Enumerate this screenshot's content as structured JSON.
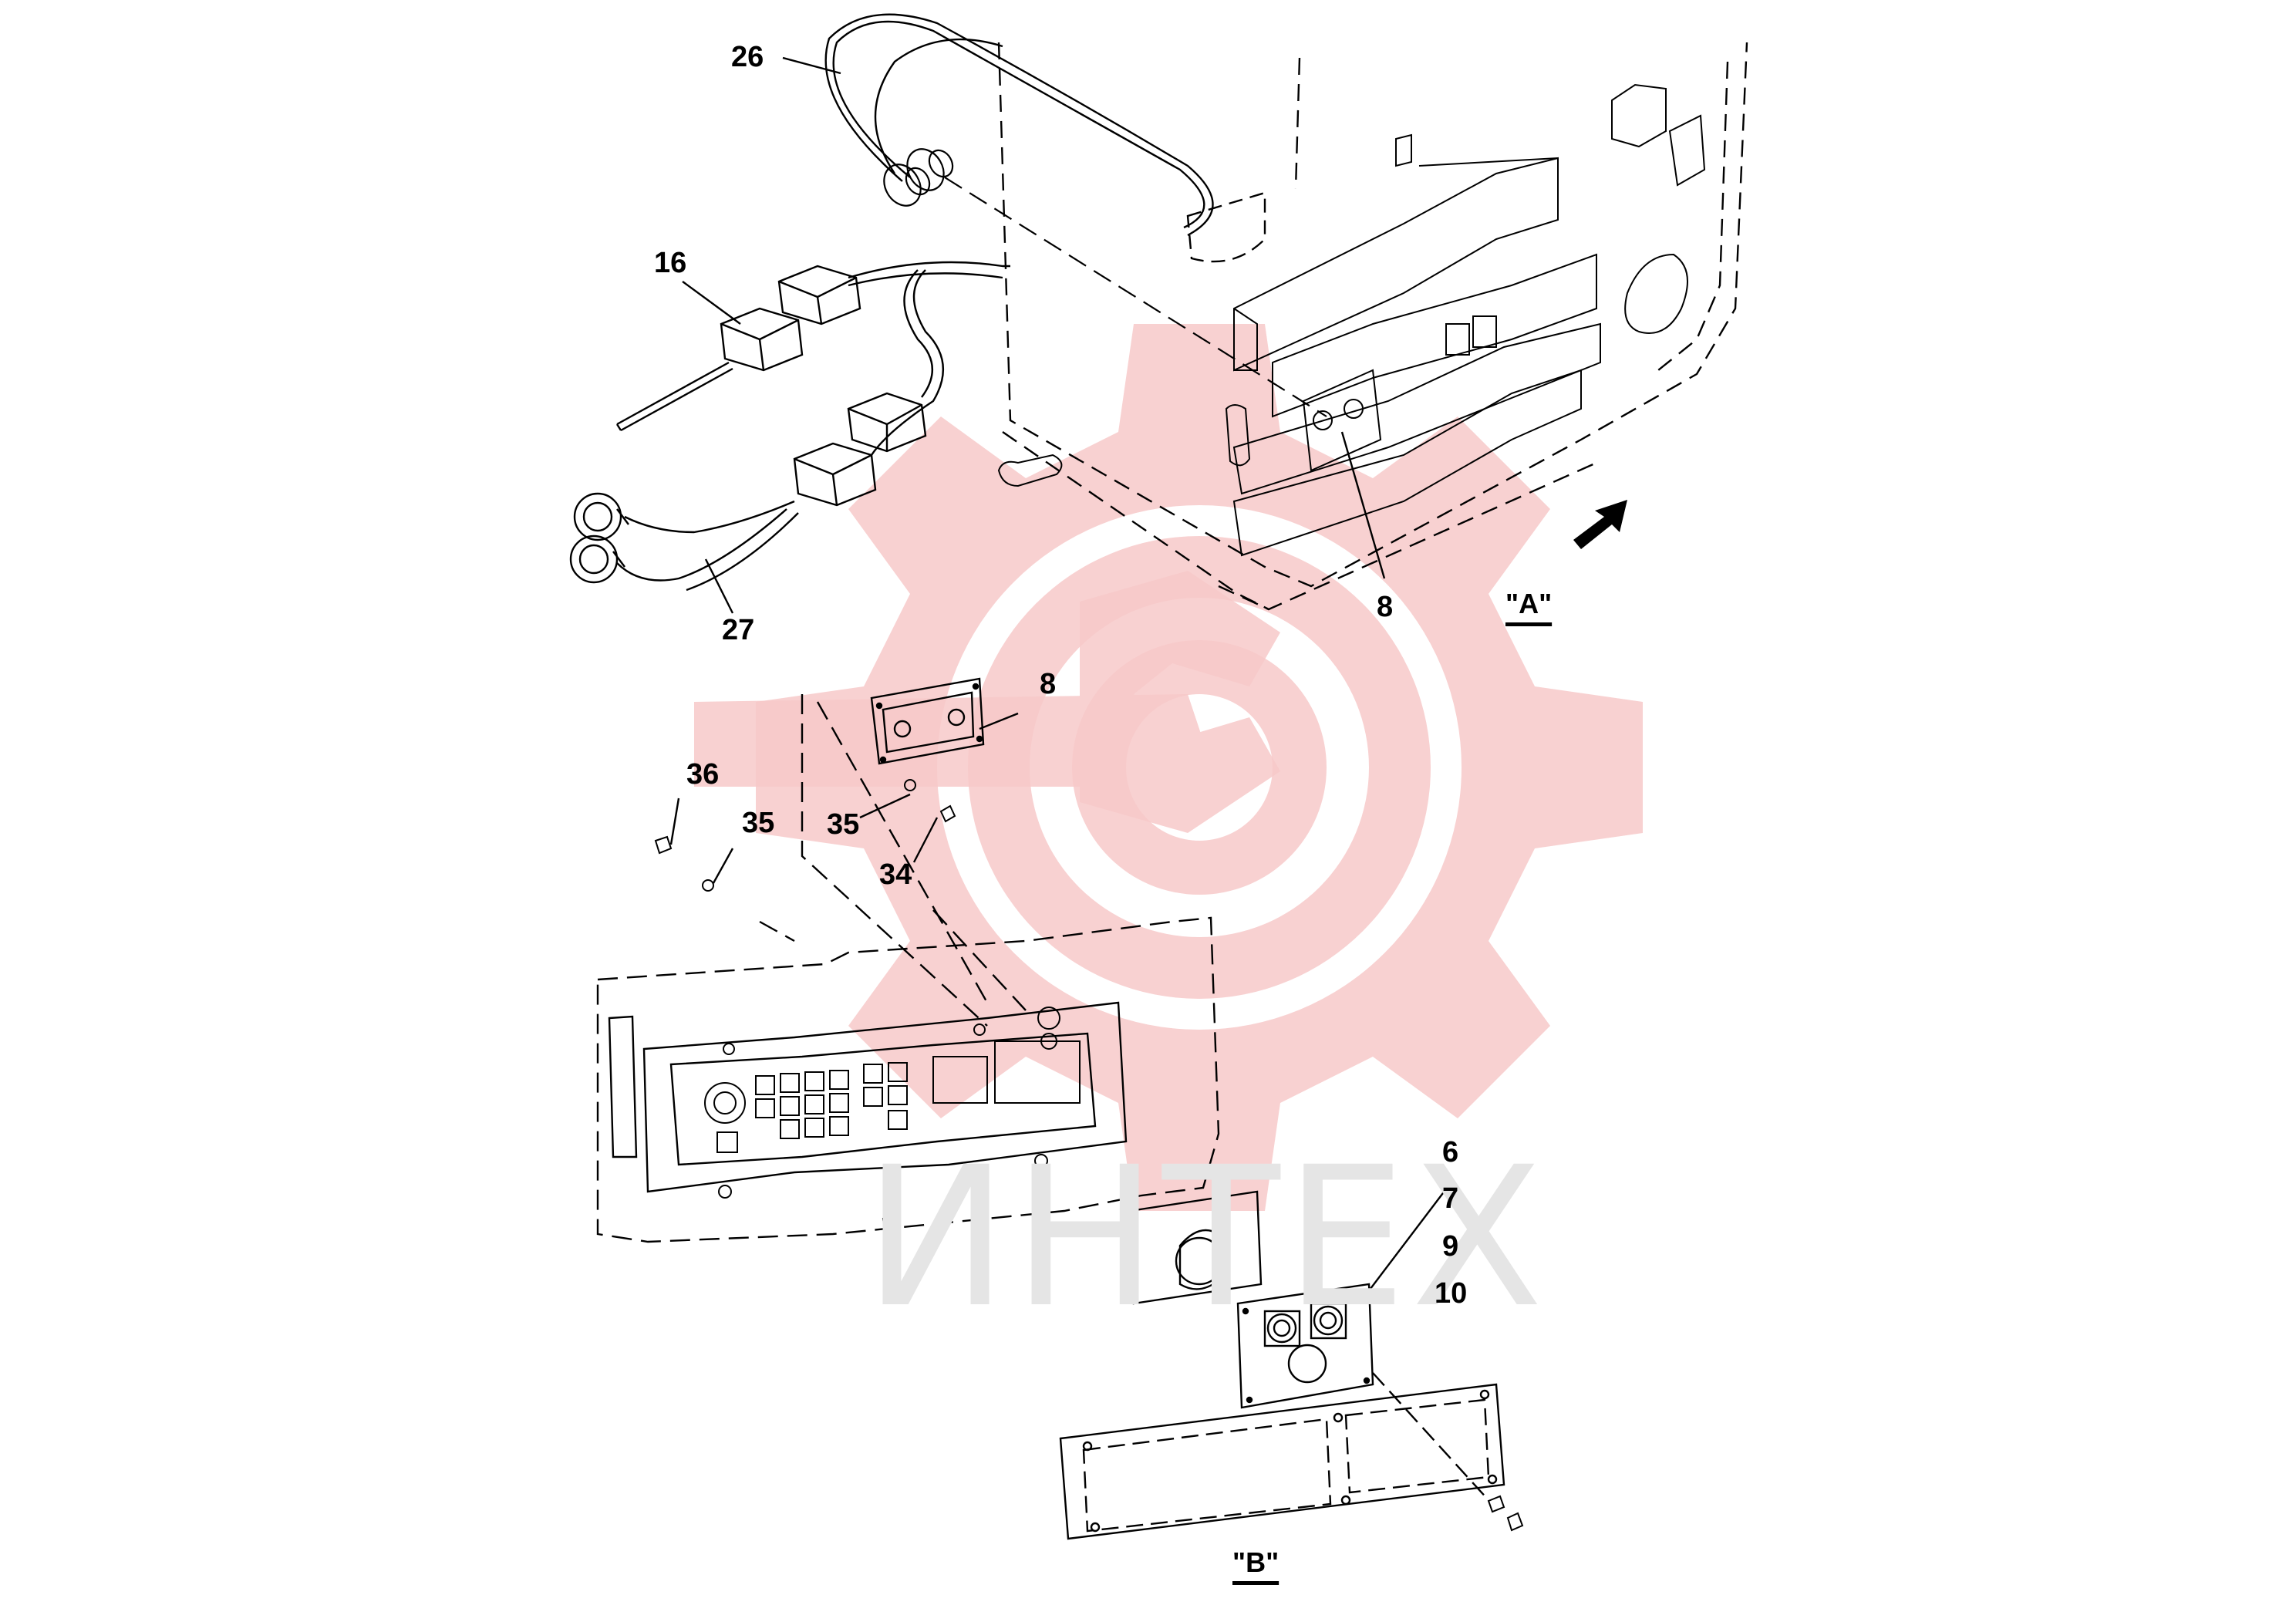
{
  "watermark": {
    "text": "ИНТЕХ",
    "color": "#f5c2c2",
    "text_color": "#e5e5e5",
    "icon": "gear-wrench-logo"
  },
  "callouts": {
    "c26": "26",
    "c16": "16",
    "c27": "27",
    "c8_top": "8",
    "c8_plate": "8",
    "c36": "36",
    "c35_left": "35",
    "c35_right": "35",
    "c34": "34",
    "c6": "6",
    "c7": "7",
    "c9": "9",
    "c10": "10"
  },
  "views": {
    "a": "\"A\"",
    "b": "\"B\""
  },
  "colors": {
    "line": "#000000",
    "hidden_line": "#000000"
  }
}
